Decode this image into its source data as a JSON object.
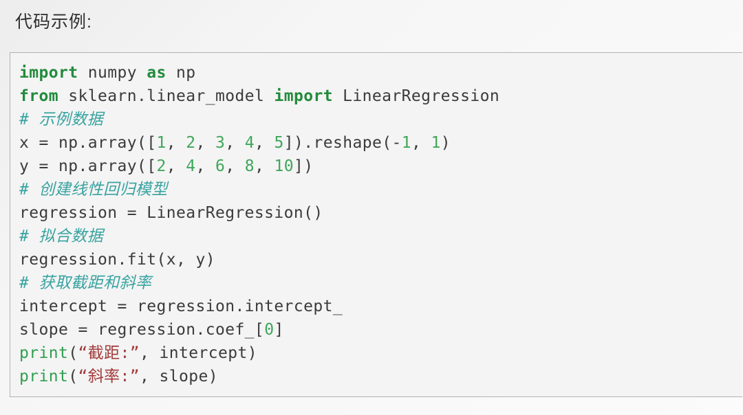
{
  "page": {
    "title": "代码示例:"
  },
  "colors": {
    "keyword": "#228B3C",
    "number": "#3FA65A",
    "comment": "#38A3A0",
    "string": "#A33A3A",
    "function": "#2F9E4F",
    "plain": "#3B3B3B",
    "code_bg": "#F4F4F4",
    "code_border": "#B2B2B2"
  },
  "code": {
    "language": "python",
    "lines": [
      [
        [
          "kw",
          "import"
        ],
        [
          "pln",
          " numpy "
        ],
        [
          "kw",
          "as"
        ],
        [
          "pln",
          " np"
        ]
      ],
      [
        [
          "kw",
          "from"
        ],
        [
          "pln",
          " sklearn.linear_model "
        ],
        [
          "kw",
          "import"
        ],
        [
          "pln",
          " LinearRegression"
        ]
      ],
      [
        [
          "cmt",
          "# 示例数据"
        ]
      ],
      [
        [
          "pln",
          "x = np.array(["
        ],
        [
          "num",
          "1"
        ],
        [
          "pln",
          ", "
        ],
        [
          "num",
          "2"
        ],
        [
          "pln",
          ", "
        ],
        [
          "num",
          "3"
        ],
        [
          "pln",
          ", "
        ],
        [
          "num",
          "4"
        ],
        [
          "pln",
          ", "
        ],
        [
          "num",
          "5"
        ],
        [
          "pln",
          "]).reshape(-"
        ],
        [
          "num",
          "1"
        ],
        [
          "pln",
          ", "
        ],
        [
          "num",
          "1"
        ],
        [
          "pln",
          ")"
        ]
      ],
      [
        [
          "pln",
          "y = np.array(["
        ],
        [
          "num",
          "2"
        ],
        [
          "pln",
          ", "
        ],
        [
          "num",
          "4"
        ],
        [
          "pln",
          ", "
        ],
        [
          "num",
          "6"
        ],
        [
          "pln",
          ", "
        ],
        [
          "num",
          "8"
        ],
        [
          "pln",
          ", "
        ],
        [
          "num",
          "10"
        ],
        [
          "pln",
          "])"
        ]
      ],
      [
        [
          "cmt",
          "# 创建线性回归模型"
        ]
      ],
      [
        [
          "pln",
          "regression = LinearRegression()"
        ]
      ],
      [
        [
          "cmt",
          "# 拟合数据"
        ]
      ],
      [
        [
          "pln",
          "regression.fit(x, y)"
        ]
      ],
      [
        [
          "cmt",
          "# 获取截距和斜率"
        ]
      ],
      [
        [
          "pln",
          "intercept = regression.intercept_"
        ]
      ],
      [
        [
          "pln",
          "slope = regression.coef_["
        ],
        [
          "num",
          "0"
        ],
        [
          "pln",
          "]"
        ]
      ],
      [
        [
          "fn",
          "print"
        ],
        [
          "pln",
          "("
        ],
        [
          "str",
          "“截距:”"
        ],
        [
          "pln",
          ", intercept)"
        ]
      ],
      [
        [
          "fn",
          "print"
        ],
        [
          "pln",
          "("
        ],
        [
          "str",
          "“斜率:”"
        ],
        [
          "pln",
          ", slope)"
        ]
      ]
    ]
  }
}
